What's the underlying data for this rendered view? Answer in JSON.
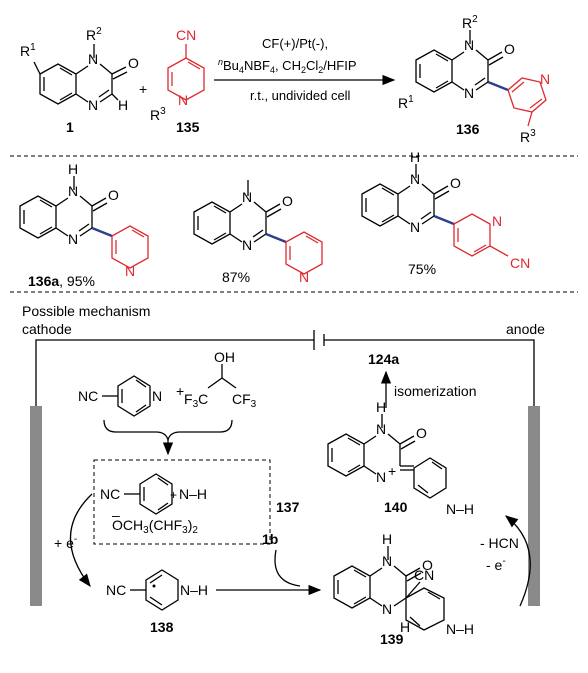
{
  "top_row": {
    "r2": "R",
    "r2_sup": "2",
    "r1": "R",
    "r1_sup": "1",
    "n_top": "N",
    "o_label": "O",
    "n_bottom": "N",
    "h_label": "H",
    "plus": "+",
    "cn_label": "CN",
    "r3": "R",
    "r3_sup": "3",
    "n_pyr": "N",
    "cmpd1": "1",
    "cmpd135": "135",
    "cond1": "CF(+)/Pt(-),",
    "cond2_pre": "n",
    "cond2_mid": "Bu",
    "cond2_sub": "4",
    "cond2_rest": "NBF",
    "cond2_sub2": "4",
    "cond2_end": ", CH",
    "cond2_sub3": "2",
    "cond2_cl": "Cl",
    "cond2_sub4": "2",
    "cond2_hfip": "/HFIP",
    "cond3": "r.t., undivided cell",
    "prod_r2": "R",
    "prod_r2_sup": "2",
    "prod_r1": "R",
    "prod_r1_sup": "1",
    "prod_r3": "R",
    "prod_r3_sup": "3",
    "cmpd136": "136"
  },
  "examples": [
    {
      "label": "136a",
      "yield": ", 95%"
    },
    {
      "label": "",
      "yield": "87%"
    },
    {
      "label": "",
      "yield": "75%"
    }
  ],
  "ex_atoms": {
    "h": "H",
    "n": "N",
    "o": "O",
    "cn": "CN"
  },
  "mechanism": {
    "title": "Possible mechanism",
    "cathode": "cathode",
    "anode": "anode",
    "nc": "NC",
    "n": "N",
    "plus": "+",
    "oh": "OH",
    "f3c": "F",
    "f3c_sub": "3",
    "f3c_c": "C",
    "cf3": "CF",
    "cf3_sub": "3",
    "cmpd137": "137",
    "nh_plus": "N–H",
    "anion": "OCH",
    "anion_sub": "3",
    "anion_mid": "(CHF",
    "anion_sub2": "3",
    "anion_end": ")",
    "anion_sub3": "2",
    "minus_sign": "–",
    "e_plus": "+ e",
    "e_sup": "-",
    "cmpd1b": "1b",
    "cmpd138": "138",
    "cmpd139": "139",
    "cmpd140": "140",
    "cmpd124a": "124a",
    "isomerization": "isomerization",
    "hcn": "- HCN",
    "e_minus": "- e",
    "e_minus_sup": "-",
    "h": "H",
    "o": "O",
    "cn": "CN"
  }
}
